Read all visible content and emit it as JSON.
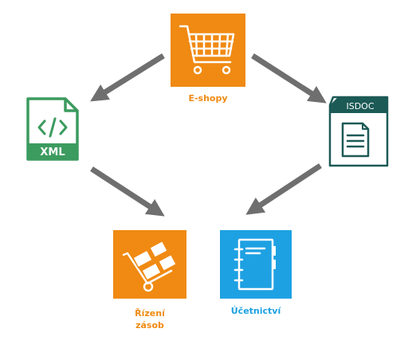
{
  "nodes": {
    "eshop": {
      "label": "E-shopy",
      "icon": "shopping-cart-icon"
    },
    "xml": {
      "badge": "XML",
      "icon": "xml-file-icon"
    },
    "isdoc": {
      "badge": "ISDOC",
      "icon": "isdoc-document-icon"
    },
    "stock": {
      "label_line1": "Řízení",
      "label_line2": "zásob",
      "icon": "hand-truck-icon"
    },
    "accounting": {
      "label": "Účetnictví",
      "icon": "notebook-icon"
    }
  },
  "colors": {
    "orange": "#f08a12",
    "green": "#3c9b5f",
    "teal": "#1c5a56",
    "blue": "#1ea1e2",
    "arrow": "#6f6f6f"
  }
}
